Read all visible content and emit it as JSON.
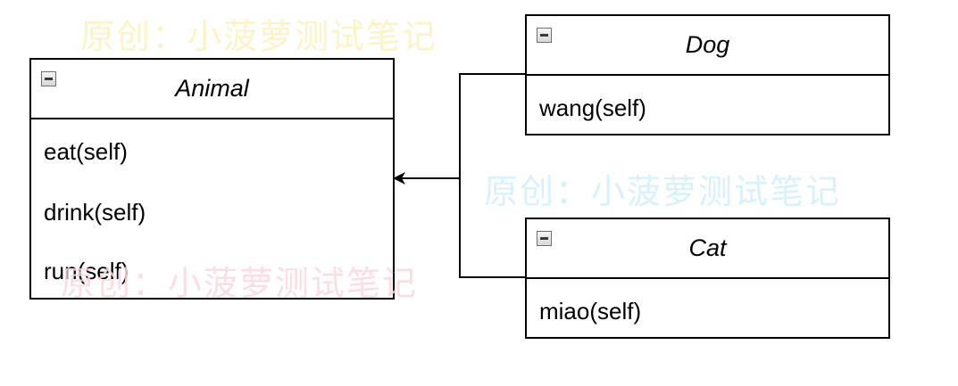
{
  "classes": {
    "animal": {
      "name": "Animal",
      "methods": [
        "eat(self)",
        "drink(self)",
        "run(self)"
      ]
    },
    "dog": {
      "name": "Dog",
      "methods": [
        "wang(self)"
      ]
    },
    "cat": {
      "name": "Cat",
      "methods": [
        "miao(self)"
      ]
    }
  },
  "watermark": {
    "text": "原创：小菠萝测试笔记",
    "colors": [
      "#fdf3c6",
      "#d9f1fb",
      "#fbd9e0"
    ]
  },
  "colors": {
    "line": "#000000"
  }
}
